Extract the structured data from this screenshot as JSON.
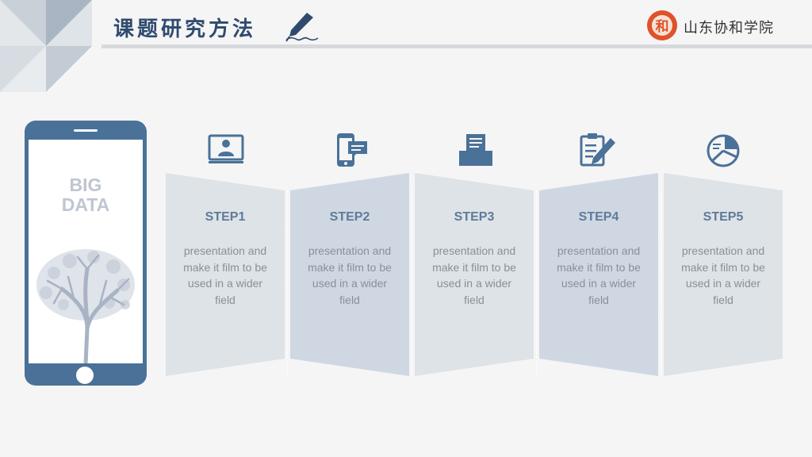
{
  "header": {
    "title": "课题研究方法",
    "org_name": "山东协和学院",
    "logo_glyph": "和"
  },
  "phone": {
    "big_data_line1": "BIG",
    "big_data_line2": "DATA"
  },
  "colors": {
    "accent": "#4a7198",
    "title": "#2f4a6e",
    "panel_light": "#dde3e6",
    "panel_dark": "#cfd8e2",
    "logo": "#e0522a"
  },
  "steps": [
    {
      "title": "STEP1",
      "icon": "presenter-monitor-icon",
      "desc": "presentation and make it film to be used in a wider field"
    },
    {
      "title": "STEP2",
      "icon": "phone-message-icon",
      "desc": "presentation and make it film to be used in a wider field"
    },
    {
      "title": "STEP3",
      "icon": "document-tray-icon",
      "desc": "presentation and make it film to be used in a wider field"
    },
    {
      "title": "STEP4",
      "icon": "clipboard-pencil-icon",
      "desc": "presentation and make it film to be used in a wider field"
    },
    {
      "title": "STEP5",
      "icon": "pie-chart-icon",
      "desc": "presentation and make it film to be used in a wider field"
    }
  ]
}
